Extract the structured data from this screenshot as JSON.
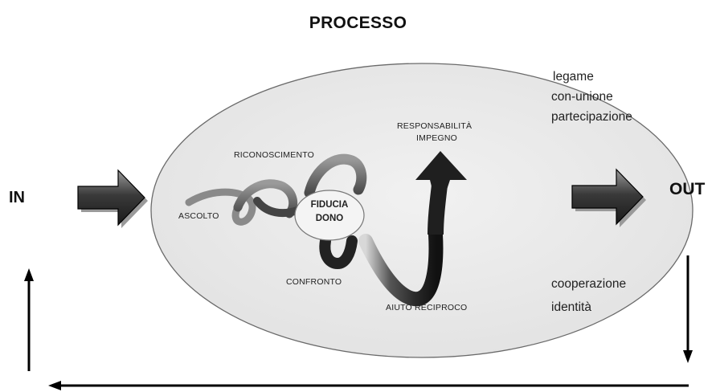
{
  "title": "PROCESSO",
  "in_label": "IN",
  "out_label": "OUT",
  "outputs_top": [
    "legame",
    "con-unione",
    "partecipazione"
  ],
  "outputs_bottom": [
    "cooperazione",
    "identità"
  ],
  "stages": {
    "ascolto": "ASCOLTO",
    "riconoscimento": "RICONOSCIMENTO",
    "confronto": "CONFRONTO",
    "aiuto_reciproco": "AIUTO RECIPROCO",
    "responsabilita": "RESPONSABILITÀ",
    "impegno": "IMPEGNO"
  },
  "center": {
    "line1": "FIDUCIA",
    "line2": "DONO"
  }
}
